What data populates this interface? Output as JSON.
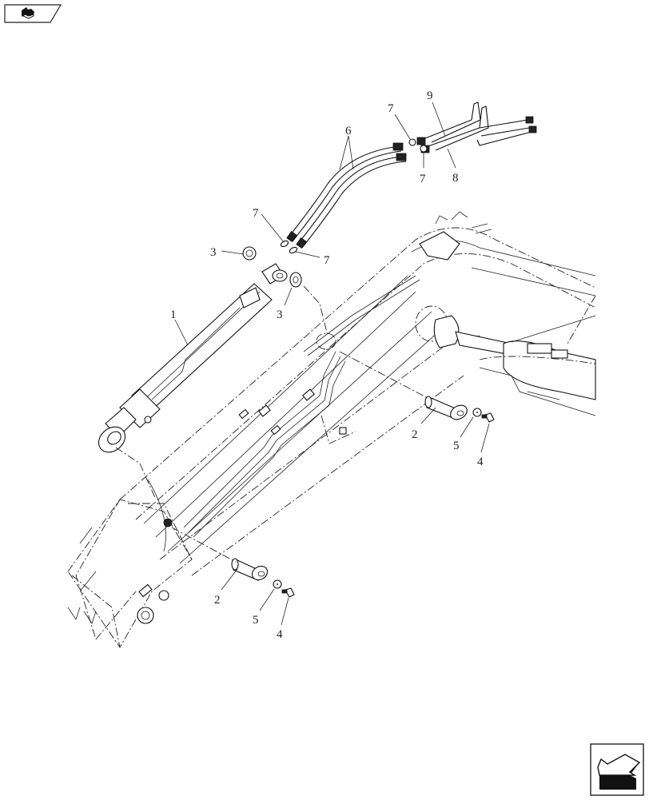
{
  "navigation": {
    "top_left_button": {
      "icon": "previous-page-arrow-icon",
      "label": ""
    },
    "bottom_right_button": {
      "icon": "next-page-arrow-icon",
      "label": ""
    }
  },
  "diagram": {
    "subject": "Excavator boom/arm hydraulic cylinder assembly exploded view",
    "callouts": [
      {
        "id": "c1",
        "label": "1",
        "part": "hydraulic cylinder"
      },
      {
        "id": "c2a",
        "label": "2",
        "part": "pin (upper)"
      },
      {
        "id": "c2b",
        "label": "2",
        "part": "pin (lower)"
      },
      {
        "id": "c3a",
        "label": "3",
        "part": "shim/washer (left)"
      },
      {
        "id": "c3b",
        "label": "3",
        "part": "shim/washer (right)"
      },
      {
        "id": "c4a",
        "label": "4",
        "part": "bolt (upper)"
      },
      {
        "id": "c4b",
        "label": "4",
        "part": "bolt (lower)"
      },
      {
        "id": "c5a",
        "label": "5",
        "part": "washer (upper)"
      },
      {
        "id": "c5b",
        "label": "5",
        "part": "washer (lower)"
      },
      {
        "id": "c6",
        "label": "6",
        "part": "hoses"
      },
      {
        "id": "c7a",
        "label": "7",
        "part": "o-ring (top left)"
      },
      {
        "id": "c7b",
        "label": "7",
        "part": "o-ring (top right)"
      },
      {
        "id": "c7c",
        "label": "7",
        "part": "o-ring (mid left)"
      },
      {
        "id": "c7d",
        "label": "7",
        "part": "o-ring (mid right)"
      },
      {
        "id": "c8",
        "label": "8",
        "part": "tube"
      },
      {
        "id": "c9",
        "label": "9",
        "part": "tube"
      }
    ]
  }
}
